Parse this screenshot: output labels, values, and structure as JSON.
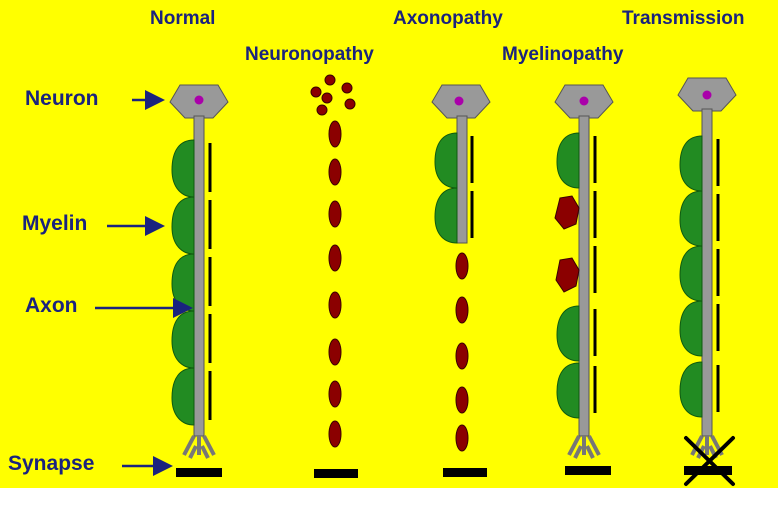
{
  "column_titles": {
    "normal": "Normal",
    "neuronopathy": "Neuronopathy",
    "axonopathy": "Axonopathy",
    "myelinopathy": "Myelinopathy",
    "transmission": "Transmission"
  },
  "side_labels": {
    "neuron": "Neuron",
    "myelin": "Myelin",
    "axon": "Axon",
    "synapse": "Synapse"
  },
  "colors": {
    "background": "#ffff00",
    "text": "#1a237e",
    "neuron": "#999999",
    "nucleus": "#aa00aa",
    "myelin": "#228b22",
    "degenerated": "#8b0000",
    "synapse": "#000000"
  }
}
